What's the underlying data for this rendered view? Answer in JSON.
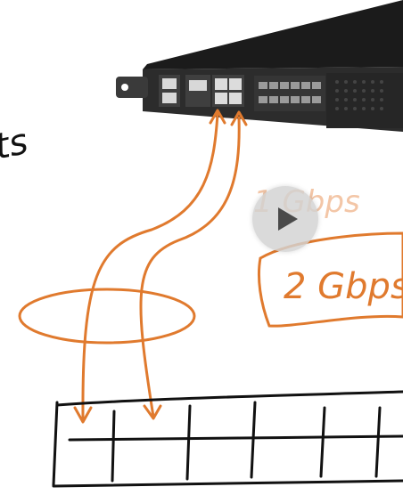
{
  "handwriting": {
    "left_fragment": "ts",
    "faded_label": "1 Gbps",
    "boxed_label": "2 Gbps"
  },
  "controls": {
    "play_label": "Play video"
  },
  "colors": {
    "ink_orange": "#e07a2e",
    "ink_black": "#111111",
    "device_body": "#1e1e1e",
    "device_front": "#2a2a2a"
  }
}
